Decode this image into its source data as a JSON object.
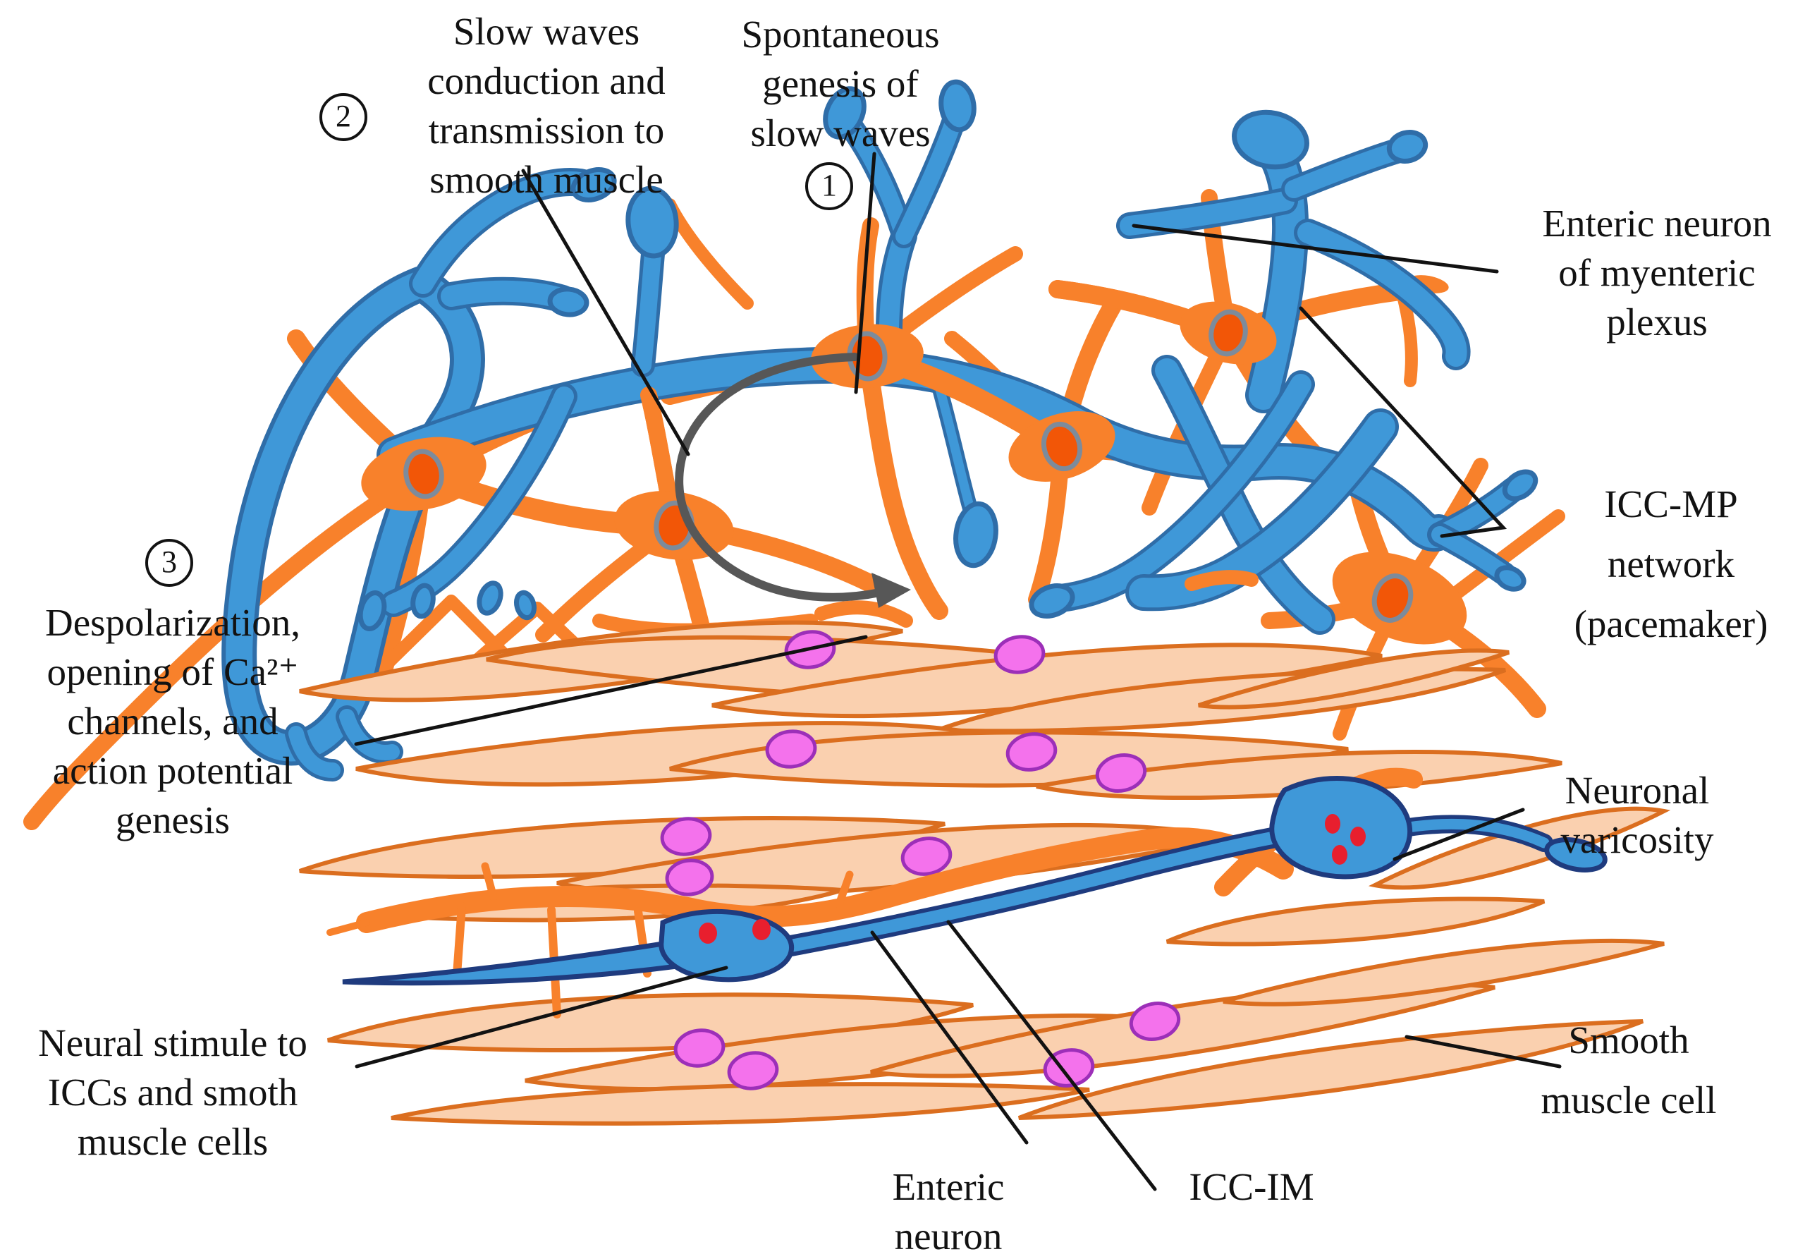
{
  "palette": {
    "bg": "#ffffff",
    "ink": "#121212",
    "blue_fill": "#3f98d8",
    "blue_outline": "#2f6da8",
    "navy": "#1f3b7e",
    "orange": "#f8812b",
    "nucleus_fill": "#f25607",
    "nucleus_ring": "#7d8b9b",
    "muscle_fill": "#fad0af",
    "muscle_stroke": "#db6e1f",
    "pink_fill": "#f472ec",
    "pink_stroke": "#9c2fb8",
    "red": "#e81f2e",
    "arrow_gray": "#575757"
  },
  "steps": {
    "one": "1",
    "two": "2",
    "three": "3"
  },
  "labels": {
    "slow_wave_conduction": {
      "lines": [
        "Slow waves",
        "conduction and",
        "transmission to",
        "smooth muscle"
      ]
    },
    "spontaneous_genesis": {
      "lines": [
        "Spontaneous",
        "genesis of",
        "slow waves"
      ]
    },
    "enteric_neuron_mp": {
      "lines": [
        "Enteric neuron",
        "of myenteric",
        "plexus"
      ]
    },
    "icc_mp": {
      "lines": [
        "ICC-MP",
        "network",
        "(pacemaker)"
      ]
    },
    "despolarization": {
      "lines": [
        "Despolarization,",
        "opening of Ca²⁺",
        "channels, and",
        "action potential",
        "genesis"
      ]
    },
    "neuronal_varicosity": {
      "lines": [
        "Neuronal",
        "varicosity"
      ]
    },
    "smooth_muscle_cell": {
      "lines": [
        "Smooth",
        "muscle cell"
      ]
    },
    "neural_stimule": {
      "lines": [
        "Neural stimule to",
        "ICCs and smoth",
        "muscle cells"
      ]
    },
    "enteric_neuron_lower": {
      "lines": [
        "Enteric",
        "neuron"
      ]
    },
    "icc_im": {
      "label": "ICC-IM"
    }
  }
}
